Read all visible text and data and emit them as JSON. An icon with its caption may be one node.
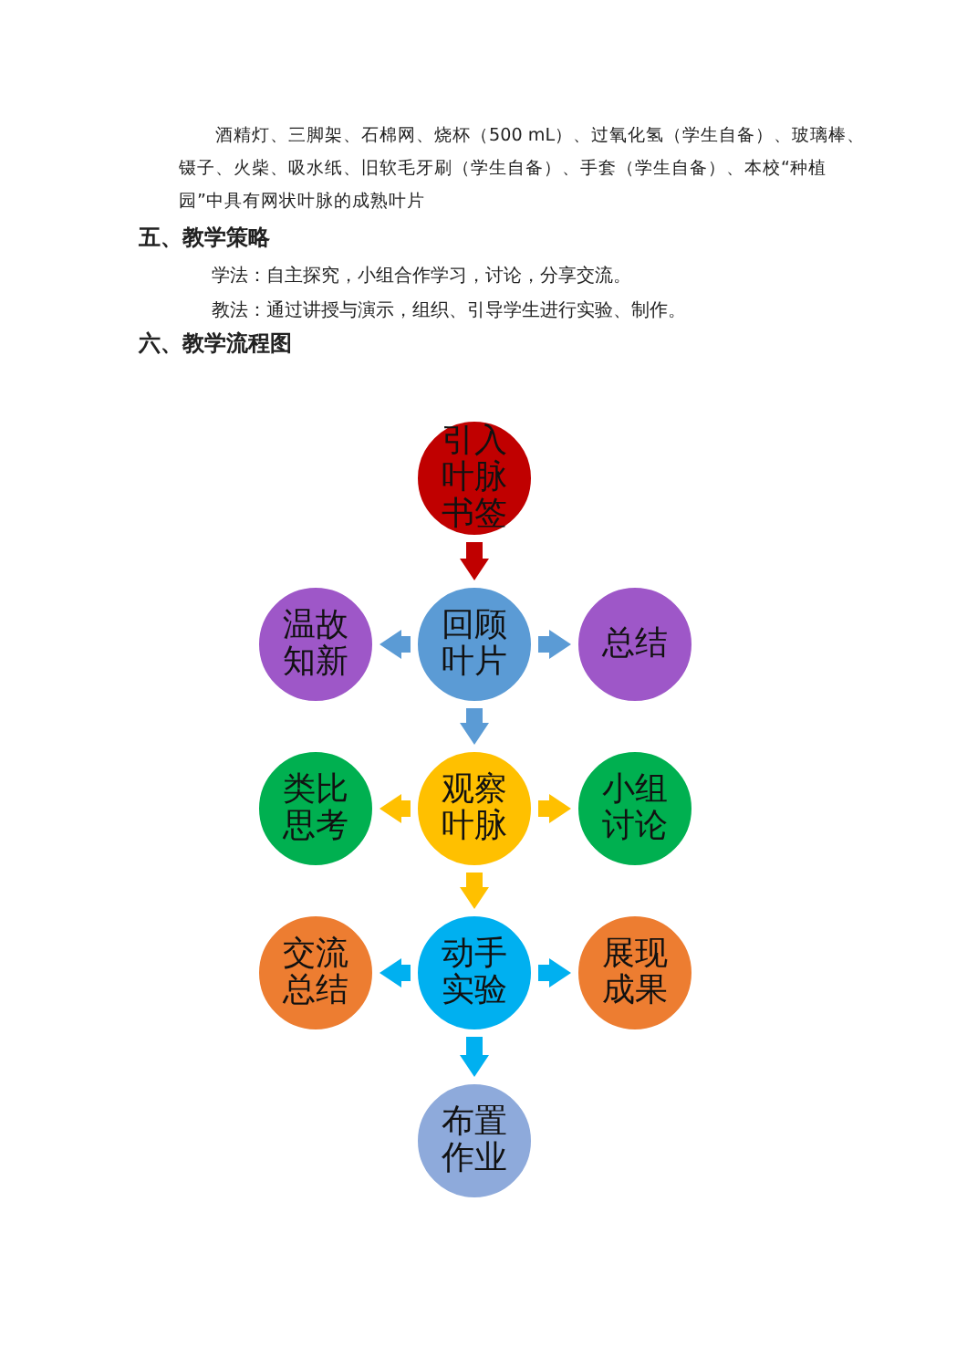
{
  "diagram": {
    "nodes": [
      {
        "text": [
          "引入叶脉书签"
        ]
      },
      {
        "text": [
          "温故知新"
        ]
      },
      {
        "text": [
          "回顾叶片"
        ]
      },
      {
        "text": [
          "总结"
        ]
      },
      {
        "text": [
          "类比思考"
        ]
      },
      {
        "text": [
          "观察叶脉"
        ]
      },
      {
        "text": [
          "小组讨论"
        ]
      },
      {
        "text": [
          "交流总结"
        ]
      },
      {
        "text": [
          "动手实验"
        ]
      },
      {
        "text": [
          "展现成果"
        ]
      },
      {
        "text": [
          "布置作业"
        ]
      }
    ],
    "edges": [
      {
        "from": 0,
        "to": 2,
        "arrow": "to",
        "style": "thick",
        "color": "#c00000"
      },
      {
        "from": 2,
        "to": 1,
        "arrow": "to",
        "style": "thick",
        "color": "#5b9bd5"
      },
      {
        "from": 2,
        "to": 3,
        "arrow": "to",
        "style": "thick",
        "color": "#5b9bd5"
      },
      {
        "from": 2,
        "to": 5,
        "arrow": "to",
        "style": "thick",
        "color": "#5b9bd5"
      },
      {
        "from": 5,
        "to": 4,
        "arrow": "to",
        "style": "thick",
        "color": "#ffc000"
      },
      {
        "from": 5,
        "to": 6,
        "arrow": "to",
        "style": "thick",
        "color": "#ffc000"
      },
      {
        "from": 5,
        "to": 8,
        "arrow": "to",
        "style": "thick",
        "color": "#ffc000"
      },
      {
        "from": 8,
        "to": 7,
        "arrow": "to",
        "style": "thick",
        "color": "#00b0f0"
      },
      {
        "from": 8,
        "to": 9,
        "arrow": "to",
        "style": "thick",
        "color": "#00b0f0"
      },
      {
        "from": 8,
        "to": 10,
        "arrow": "to",
        "style": "thick",
        "color": "#00b0f0"
      }
    ],
    "labels": [
      "酒精灯、三脚架、石棉网、烧杯（500 mL）、过氧化氢（学生自备）、玻璃棒、镊子、火柴、吸水纸、旧软毛牙刷（学生自备）、手套（学生自备）、本校“种植园”中具有网状叶脉的成熟叶片",
      "五、教学策略",
      "学法：自主探究，小组合作学习，讨论，分享交流。",
      "教法：通过讲授与演示，组织、引导学生进行实验、制作。",
      "六、教学流程图"
    ]
  }
}
